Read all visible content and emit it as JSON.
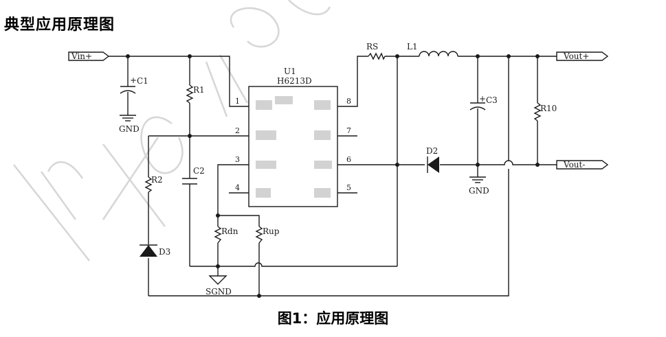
{
  "heading": "典型应用原理图",
  "caption": "图1：应用原理图",
  "ports": {
    "vin_plus": "Vin+",
    "vout_plus": "Vout+",
    "vout_minus": "Vout-"
  },
  "chip": {
    "ref": "U1",
    "part": "H6213D",
    "pins": [
      "1",
      "2",
      "3",
      "4",
      "5",
      "6",
      "7",
      "8"
    ]
  },
  "components": {
    "c1": "C1",
    "c2": "C2",
    "c3": "C3",
    "r1": "R1",
    "r2": "R2",
    "r10": "R10",
    "rs": "RS",
    "l1": "L1",
    "d2": "D2",
    "d3": "D3",
    "rdn": "Rdn",
    "rup": "Rup"
  },
  "grounds": {
    "gnd_left": "GND",
    "gnd_right": "GND",
    "sgnd": "SGND"
  },
  "polarity": "+",
  "colors": {
    "ink": "#1a1a1a",
    "pin_blur": "#c9c9c9",
    "watermark": "#d7d7d7"
  }
}
